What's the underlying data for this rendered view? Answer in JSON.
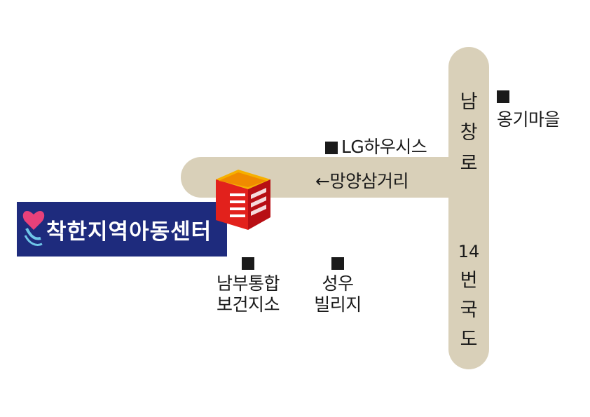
{
  "roads": {
    "namchang_ro": [
      "남",
      "창",
      "로"
    ],
    "route14": [
      "14",
      "번",
      "국",
      "도"
    ]
  },
  "places": {
    "lg": "LG하우시스",
    "onggi": "옹기마을",
    "mangyang": "←망양삼거리",
    "health_line1": "남부통합",
    "health_line2": "보건지소",
    "seongwoo_line1": "성우",
    "seongwoo_line2": "빌리지"
  },
  "center": {
    "name": "착한지역아동센터"
  },
  "colors": {
    "road": "#d9d0b9",
    "banner": "#1e2b7d",
    "building_red": "#d7141e",
    "building_orange": "#f08a00"
  }
}
